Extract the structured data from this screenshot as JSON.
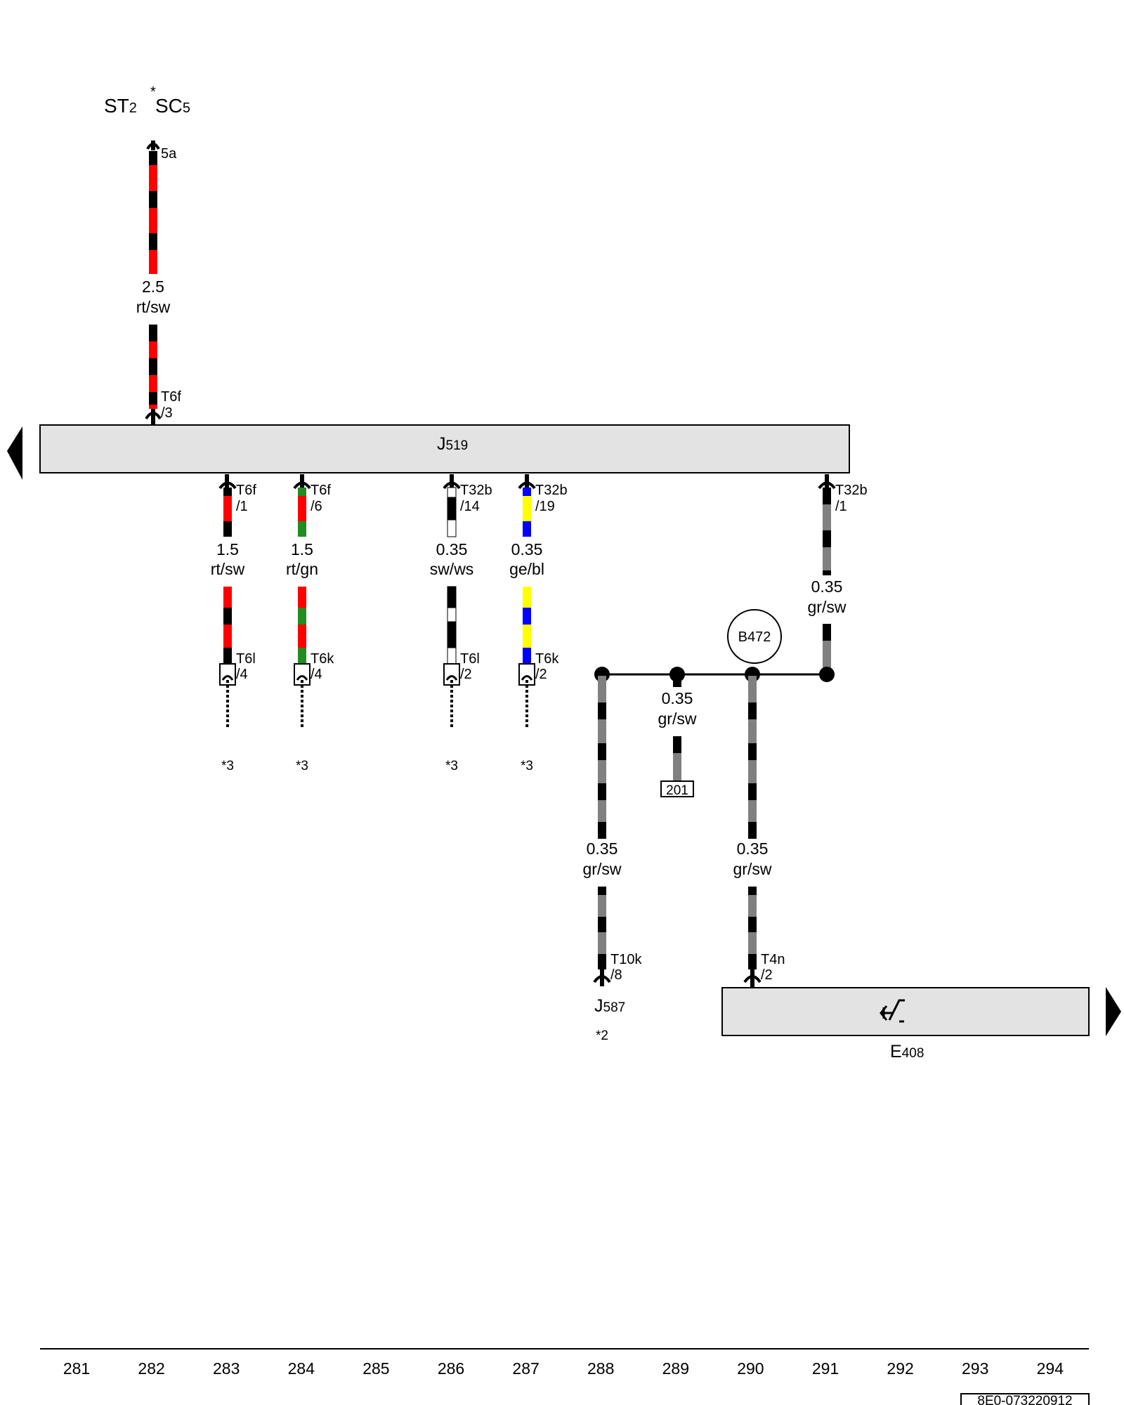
{
  "colors": {
    "rt": "#ff0000",
    "sw": "#000000",
    "gn": "#228b22",
    "ws": "#ffffff",
    "ge": "#ffff00",
    "bl": "#0000ff",
    "gr": "#808080",
    "component_fill": "#e3e3e3"
  },
  "header": {
    "st_main": "ST",
    "st_sub": "2",
    "sc_star": "*",
    "sc_main": "SC",
    "sc_sub": "5",
    "fuse_pin": "5a"
  },
  "components": {
    "j519": {
      "main": "J",
      "sub": "519"
    },
    "e408": {
      "main": "E",
      "sub": "408"
    },
    "j587": {
      "main": "J",
      "sub": "587",
      "note": "*2"
    },
    "b472": "B472",
    "ground_201": "201"
  },
  "wires": {
    "fuse_to_j519": {
      "size": "2.5",
      "color": "rt/sw",
      "conn": "T6f",
      "pin": "/3"
    },
    "w283": {
      "top_conn": "T6f",
      "top_pin": "/1",
      "size": "1.5",
      "color": "rt/sw",
      "bot_conn": "T6l",
      "bot_pin": "/4",
      "note": "*3"
    },
    "w284": {
      "top_conn": "T6f",
      "top_pin": "/6",
      "size": "1.5",
      "color": "rt/gn",
      "bot_conn": "T6k",
      "bot_pin": "/4",
      "note": "*3"
    },
    "w286": {
      "top_conn": "T32b",
      "top_pin": "/14",
      "size": "0.35",
      "color": "sw/ws",
      "bot_conn": "T6l",
      "bot_pin": "/2",
      "note": "*3"
    },
    "w287": {
      "top_conn": "T32b",
      "top_pin": "/19",
      "size": "0.35",
      "color": "ge/bl",
      "bot_conn": "T6k",
      "bot_pin": "/2",
      "note": "*3"
    },
    "w291": {
      "top_conn": "T32b",
      "top_pin": "/1",
      "size": "0.35",
      "color": "gr/sw"
    },
    "w288": {
      "size": "0.35",
      "color": "gr/sw",
      "conn": "T10k",
      "pin": "/8"
    },
    "w289": {
      "size": "0.35",
      "color": "gr/sw"
    },
    "w290": {
      "size": "0.35",
      "color": "gr/sw",
      "conn": "T4n",
      "pin": "/2"
    }
  },
  "footer": {
    "columns": [
      "281",
      "282",
      "283",
      "284",
      "285",
      "286",
      "287",
      "288",
      "289",
      "290",
      "291",
      "292",
      "293",
      "294"
    ],
    "doc_ref": "8E0-073220912"
  }
}
